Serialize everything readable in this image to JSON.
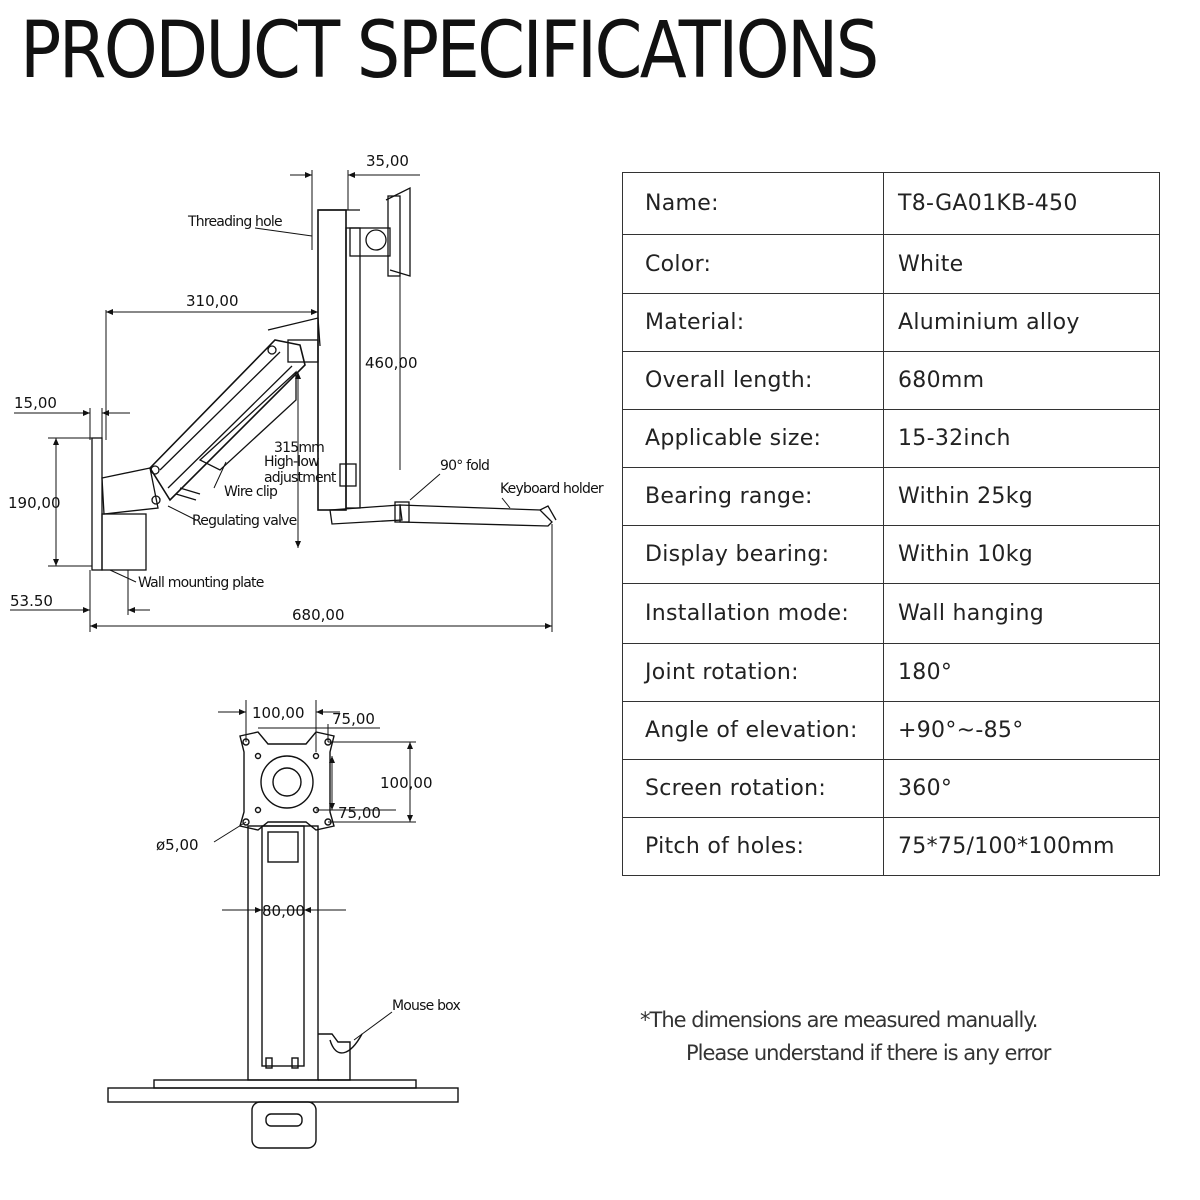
{
  "page_title": "PRODUCT SPECIFICATIONS",
  "side_view": {
    "dim_top": "35,00",
    "dim_arm_reach": "310,00",
    "dim_height": "460,00",
    "dim_plate_thickness": "15,00",
    "dim_plate_height": "190,00",
    "dim_plate_offset": "53.50",
    "dim_overall_length": "680,00",
    "dim_lift": "315mm",
    "label_threading_hole": "Threading hole",
    "label_high_low_1": "High-low",
    "label_high_low_2": "adjustment",
    "label_wire_clip": "Wire clip",
    "label_regulating_valve": "Regulating valve",
    "label_fold": "90° fold",
    "label_keyboard_holder": "Keyboard holder",
    "label_wall_plate": "Wall mounting plate"
  },
  "front_view": {
    "dim_vesa_width_100": "100,00",
    "dim_vesa_width_75": "75,00",
    "dim_vesa_height_100": "100,00",
    "dim_vesa_height_75": "75,00",
    "dim_hole": "ø5,00",
    "dim_column": "80,00",
    "label_mouse_box": "Mouse box"
  },
  "specs": [
    {
      "key": "Name:",
      "value": "T8-GA01KB-450"
    },
    {
      "key": "Color:",
      "value": "White"
    },
    {
      "key": "Material:",
      "value": "Aluminium alloy"
    },
    {
      "key": "Overall length:",
      "value": "680mm"
    },
    {
      "key": "Applicable size:",
      "value": "15-32inch"
    },
    {
      "key": "Bearing range:",
      "value": "Within 25kg"
    },
    {
      "key": "Display bearing:",
      "value": "Within 10kg"
    },
    {
      "key": "Installation mode:",
      "value": "Wall hanging"
    },
    {
      "key": "Joint rotation:",
      "value": "180°"
    },
    {
      "key": "Angle of elevation:",
      "value": "+90°~-85°"
    },
    {
      "key": "Screen rotation:",
      "value": "360°"
    },
    {
      "key": "Pitch of holes:",
      "value": "75*75/100*100mm"
    }
  ],
  "note": {
    "line1": "*The dimensions are measured manually.",
    "line2": "Please understand if there is any error"
  }
}
